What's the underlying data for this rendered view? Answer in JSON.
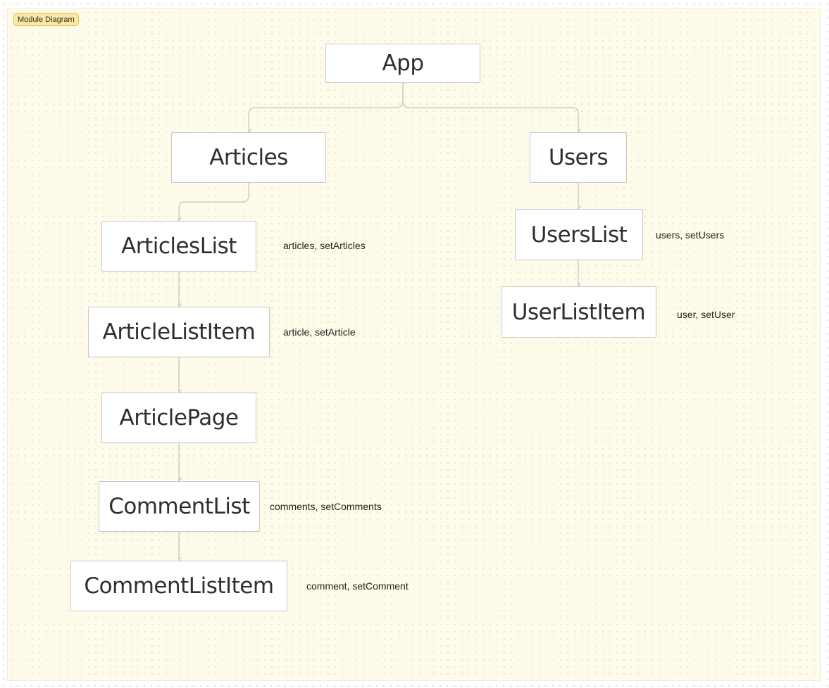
{
  "frame": {
    "label": "Module Diagram"
  },
  "nodes": {
    "app": "App",
    "articles": "Articles",
    "users": "Users",
    "articles_list": "ArticlesList",
    "users_list": "UsersList",
    "article_list_item": "ArticleListItem",
    "user_list_item": "UserListItem",
    "article_page": "ArticlePage",
    "comment_list": "CommentList",
    "comment_list_item": "CommentListItem"
  },
  "notes": {
    "articles_list": "articles, setArticles",
    "users_list": "users, setUsers",
    "article_list_item": "article, setArticle",
    "user_list_item": "user, setUser",
    "comment_list": "comments, setComments",
    "comment_list_item": "comment, setComment"
  },
  "edges": [
    {
      "from": "app",
      "to": "articles"
    },
    {
      "from": "app",
      "to": "users"
    },
    {
      "from": "articles",
      "to": "articles_list"
    },
    {
      "from": "articles_list",
      "to": "article_list_item"
    },
    {
      "from": "article_list_item",
      "to": "article_page"
    },
    {
      "from": "article_page",
      "to": "comment_list"
    },
    {
      "from": "comment_list",
      "to": "comment_list_item"
    },
    {
      "from": "users",
      "to": "users_list"
    },
    {
      "from": "users_list",
      "to": "user_list_item"
    }
  ],
  "colors": {
    "frame_bg": "#fffbea",
    "edge": "#c2c2c2",
    "node_border": "#c8c8c8",
    "label_bg": "#fde8a3"
  }
}
